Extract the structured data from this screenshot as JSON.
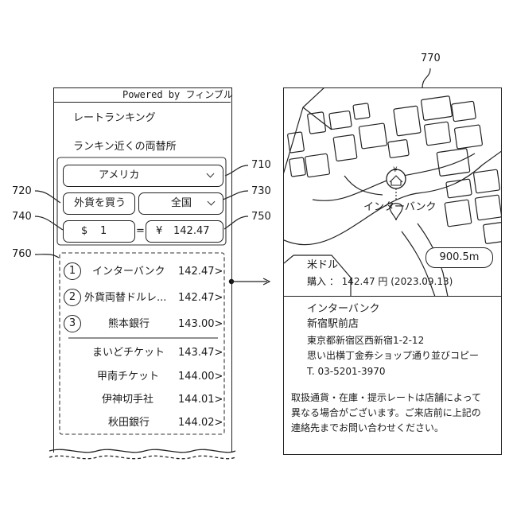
{
  "references": {
    "r710": "710",
    "r720": "720",
    "r730": "730",
    "r740": "740",
    "r750": "750",
    "r760": "760",
    "r770": "770"
  },
  "left_screen": {
    "header": "Powered by フィンブル",
    "title": "レートランキング",
    "subtitle": "ランキン近くの両替所",
    "country_select": "アメリカ",
    "mode_select": "外貨を買う",
    "area_select": "全国",
    "input_currency": "$",
    "input_amount": "1",
    "equals": "=",
    "output_currency": "¥",
    "output_amount": "142.47",
    "top_ranks": [
      {
        "rank": "1",
        "name": "インターバンク",
        "rate": "142.47>"
      },
      {
        "rank": "2",
        "name": "外貨両替ドルレ...",
        "rate": "142.47>"
      },
      {
        "rank": "3",
        "name": "熊本銀行",
        "rate": "143.00>"
      }
    ],
    "other_ranks": [
      {
        "name": "まいどチケット",
        "rate": "143.47>"
      },
      {
        "name": "甲南チケット",
        "rate": "144.00>"
      },
      {
        "name": "伊神切手社",
        "rate": "144.01>"
      },
      {
        "name": "秋田銀行",
        "rate": "144.02>"
      }
    ]
  },
  "right_screen": {
    "map_label": "インターバンク",
    "pin_symbol": "¥",
    "distance": "900.5m",
    "currency": "米ドル",
    "purchase_line": "購入 ： 142.47 円 (2023.09.13)",
    "shop_name": "インターバンク",
    "branch": "新宿駅前店",
    "address1": "東京都新宿区西新宿1-2-12",
    "address2": "思い出横丁金券ショップ通り並びコピー",
    "phone": "T. 03-5201-3970",
    "notice1": "取扱通貨・在庫・提示レートは店舗によって",
    "notice2": "異なる場合がございます。ご来店前に上記の",
    "notice3": "連絡先までお問い合わせください。"
  }
}
